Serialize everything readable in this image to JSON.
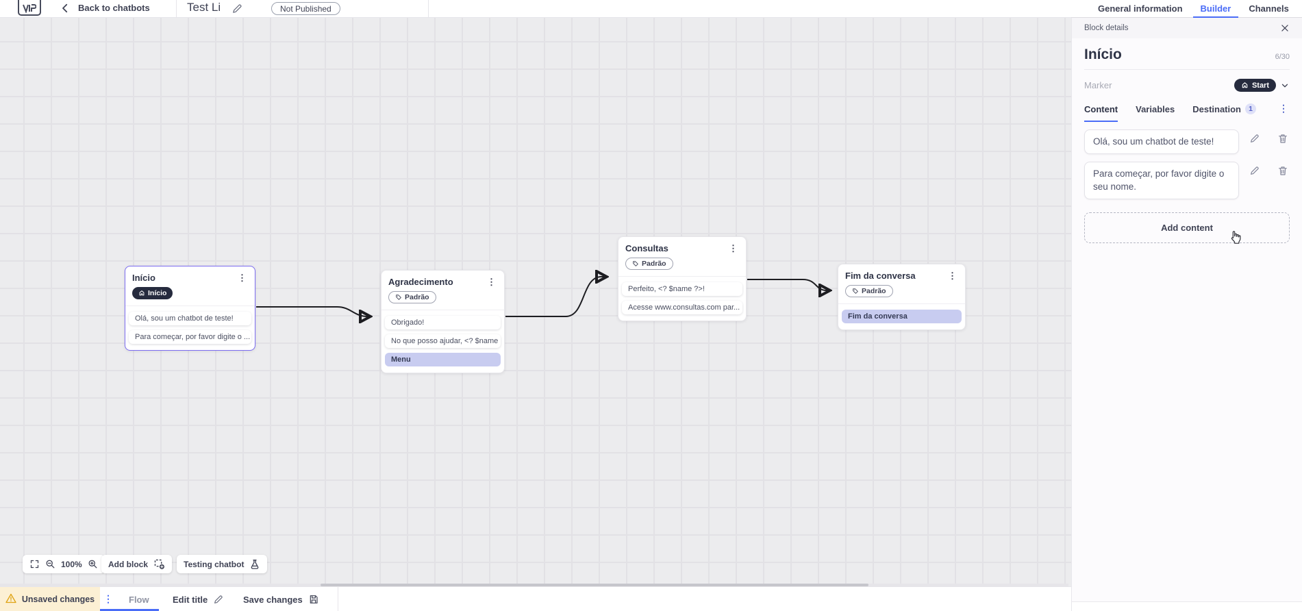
{
  "topbar": {
    "back_label": "Back to chatbots",
    "title": "Test Li",
    "status_badge": "Not Published"
  },
  "nav_tabs": {
    "general": "General information",
    "builder": "Builder",
    "channels": "Channels"
  },
  "canvas": {
    "blocks": [
      {
        "title": "Início",
        "marker": "Início",
        "items": [
          {
            "text": "Olá, sou um chatbot de teste!"
          },
          {
            "text": "Para começar, por favor digite o ..."
          }
        ]
      },
      {
        "title": "Agradecimento",
        "marker": "Padrão",
        "items": [
          {
            "text": "Obrigado!"
          },
          {
            "text": "No que posso ajudar, <? $name ..."
          },
          {
            "text": "Menu"
          }
        ]
      },
      {
        "title": "Consultas",
        "marker": "Padrão",
        "items": [
          {
            "text": "Perfeito, <? $name ?>!"
          },
          {
            "text": "Acesse www.consultas.com par..."
          }
        ]
      },
      {
        "title": "Fim da conversa",
        "marker": "Padrão",
        "items": [
          {
            "text": "Fim da conversa"
          }
        ]
      }
    ],
    "zoom_level": "100%",
    "add_block_label": "Add block",
    "testing_label": "Testing chatbot"
  },
  "panel": {
    "header": "Block details",
    "name": "Início",
    "name_counter": "6/30",
    "marker_placeholder": "Marker",
    "marker_value": "Start",
    "tabs": {
      "content": "Content",
      "variables": "Variables",
      "destination": "Destination",
      "destination_count": "1"
    },
    "messages": [
      "Olá, sou um chatbot de teste!",
      "Para começar, por favor digite o seu nome."
    ],
    "add_content_label": "Add content"
  },
  "bottombar": {
    "unsaved": "Unsaved changes",
    "flow": "Flow",
    "edit_title": "Edit title",
    "save": "Save changes"
  },
  "colors": {
    "accent_blue": "#4a6cf7",
    "dark_pill": "#262b3e",
    "selected_block_border": "#7b6cf0",
    "lavender_item": "#c8ccf0",
    "unsaved_bg": "#fcf0d4",
    "warning_yellow": "#dfa312",
    "canvas_bg": "#ececee"
  }
}
